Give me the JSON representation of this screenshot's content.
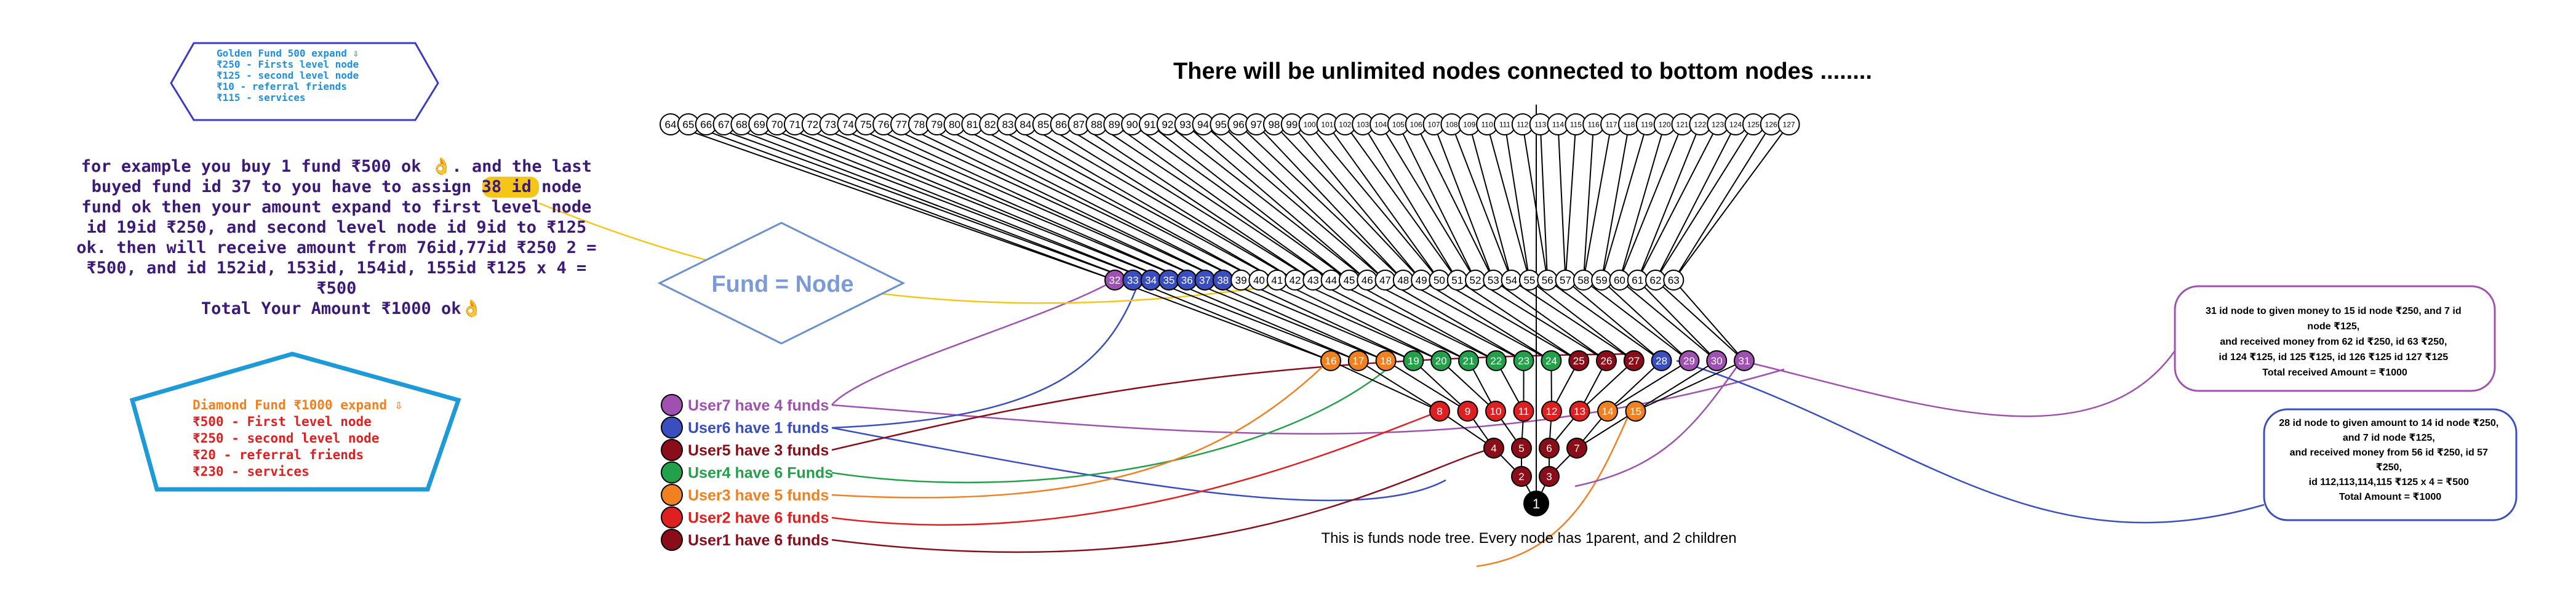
{
  "title": "There will be unlimited nodes connected to bottom nodes ........",
  "caption": "This is funds node tree. Every node has 1parent, and 2 children",
  "golden": {
    "lines": [
      "Golden Fund 500 expand ⇩",
      "₹250 - Firsts level node",
      "₹125 - second level node",
      "₹10 - referral friends",
      "₹115 - services"
    ]
  },
  "diamond": {
    "lines": [
      "Diamond Fund ₹1000 expand ⇩",
      "₹500 - First level node",
      "₹250 - second level node",
      "₹20 - referral friends",
      "₹230 - services"
    ]
  },
  "example": {
    "lines": [
      "for example you buy 1 fund ₹500 ok 👌. and the last",
      "buyed fund id 37 to you have to assign 38 id node",
      "fund ok then your amount expand to first level node",
      "id 19id ₹250, and second level node id 9id to ₹125",
      "ok. then will receive amount from 76id,77id ₹250 2 =",
      "₹500, and id  152id, 153id, 154id, 155id ₹125 x 4 =",
      "₹500",
      "Total Your Amount ₹1000 ok👌"
    ],
    "highlight": "38 id"
  },
  "fund_node_label": "Fund = Node",
  "legend": [
    {
      "label": "User7 have 4 funds",
      "color": "#a050b0"
    },
    {
      "label": "User6 have 1 funds",
      "color": "#3a4ec0"
    },
    {
      "label": "User5 have 3 funds",
      "color": "#8b0d1a"
    },
    {
      "label": "User4 have 6 Funds",
      "color": "#22a04a"
    },
    {
      "label": "User3 have 5 funds",
      "color": "#f08020"
    },
    {
      "label": "User2 have 6 funds",
      "color": "#e02020"
    },
    {
      "label": "User1 have 6 funds",
      "color": "#8b0d1a"
    }
  ],
  "note1": {
    "lines": [
      "31 id node to given money to 15 id node ₹250, and 7 id",
      "node ₹125,",
      "and received money from 62 id ₹250, id 63 ₹250,",
      "id 124 ₹125, id 125 ₹125, id 126 ₹125 id 127 ₹125",
      "Total received Amount = ₹1000"
    ]
  },
  "note2": {
    "lines": [
      "28 id node to given amount to 14 id node ₹250,",
      "and 7 id node ₹125,",
      "and received  money from 56 id ₹250, id 57",
      "₹250,",
      "id 112,113,114,115 ₹125 x 4 = ₹500",
      "Total Amount = ₹1000"
    ]
  },
  "tree": {
    "top_row": [
      "64",
      "65",
      "66",
      "67",
      "68",
      "69",
      "70",
      "71",
      "72",
      "73",
      "74",
      "75",
      "76",
      "77",
      "78",
      "79",
      "80",
      "81",
      "82",
      "83",
      "84",
      "85",
      "86",
      "87",
      "88",
      "89",
      "90",
      "91",
      "92",
      "93",
      "94",
      "95",
      "96",
      "97",
      "98",
      "99",
      "100",
      "101",
      "102",
      "103",
      "104",
      "105",
      "106",
      "107",
      "108",
      "109",
      "110",
      "111",
      "112",
      "113",
      "114",
      "115",
      "116",
      "117",
      "118",
      "119",
      "120",
      "121",
      "122",
      "123",
      "124",
      "125",
      "126",
      "127"
    ],
    "row5": [
      "32",
      "33",
      "34",
      "35",
      "36",
      "37",
      "38",
      "39",
      "40",
      "41",
      "42",
      "43",
      "44",
      "45",
      "46",
      "47",
      "48",
      "49",
      "50",
      "51",
      "52",
      "53",
      "54",
      "55",
      "56",
      "57",
      "58",
      "59",
      "60",
      "61",
      "62",
      "63"
    ],
    "row4": [
      "16",
      "17",
      "18",
      "19",
      "20",
      "21",
      "22",
      "23",
      "24",
      "25",
      "26",
      "27",
      "28",
      "29",
      "30",
      "31"
    ],
    "row3": [
      "8",
      "9",
      "10",
      "11",
      "12",
      "13",
      "14",
      "15"
    ],
    "row2": [
      "4",
      "5",
      "6",
      "7"
    ],
    "row1": [
      "2",
      "3"
    ],
    "root": "1",
    "colors": {
      "user1": "#8b0d1a",
      "user2": "#e02020",
      "user3": "#f08020",
      "user4": "#22a04a",
      "user5": "#8b0d1a",
      "user6": "#3a4ec0",
      "user7": "#a050b0",
      "white": "#ffffff",
      "root": "#000000"
    },
    "row5_colors": [
      "user7",
      "user6",
      "user6",
      "user6",
      "user6",
      "user6",
      "user6",
      "white",
      "white",
      "white",
      "white",
      "white",
      "white",
      "white",
      "white",
      "white",
      "white",
      "white",
      "white",
      "white",
      "white",
      "white",
      "white",
      "white",
      "white",
      "white",
      "white",
      "white",
      "white",
      "white",
      "white",
      "white"
    ],
    "row4_colors": [
      "user3",
      "user3",
      "user3",
      "user4",
      "user4",
      "user4",
      "user4",
      "user4",
      "user4",
      "user5",
      "user5",
      "user5",
      "user6",
      "user7",
      "user7",
      "user7"
    ],
    "row3_colors": [
      "user2",
      "user2",
      "user2",
      "user2",
      "user2",
      "user2",
      "user3",
      "user3"
    ],
    "row2_colors": [
      "user1",
      "user1",
      "user1",
      "user1"
    ],
    "row1_colors": [
      "user1",
      "user1"
    ]
  }
}
